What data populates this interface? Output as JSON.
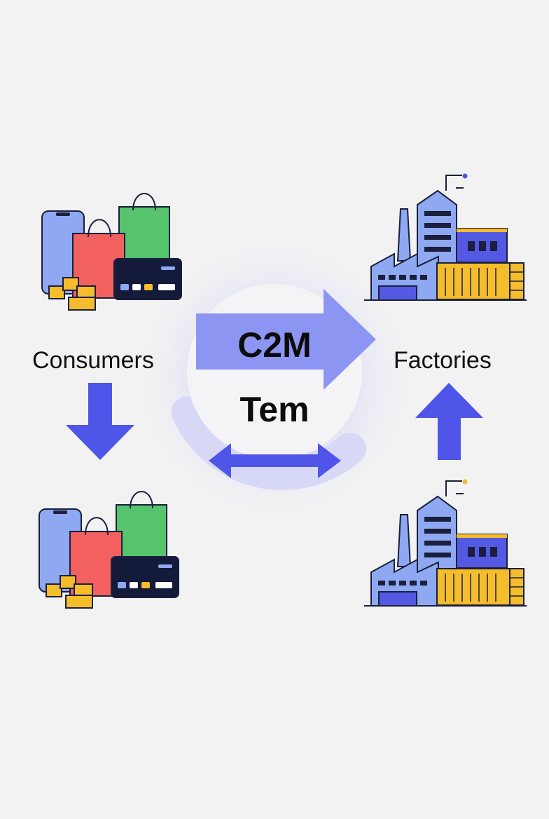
{
  "labels": {
    "consumers": "Consumers",
    "factories": "Factories"
  },
  "center": {
    "line1": "C2M",
    "line2": "Tem"
  },
  "icons": {
    "consumer_top": "shopping-bundle-icon",
    "consumer_bottom": "shopping-bundle-icon",
    "factory_top": "factory-icon",
    "factory_bottom": "factory-icon"
  },
  "colors": {
    "background": "#f2f2f3",
    "accent": "#4f55e8",
    "accent_light": "#8d95f3",
    "phone": "#8fa8f2",
    "bag_red": "#f2605f",
    "bag_green": "#55c46c",
    "card": "#141b3a",
    "box": "#f5bd2c",
    "factory_blue": "#8ea8f2",
    "factory_dark": "#5459e4",
    "container": "#f5bd2c"
  }
}
